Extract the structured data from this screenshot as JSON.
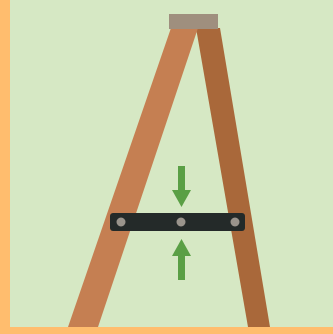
{
  "scene": {
    "subject": "a-frame-ladder",
    "colors": {
      "background": "#d6e8c4",
      "frame_orange": "#ffbd6e",
      "ladder_left": "#c57f52",
      "ladder_right": "#a9683a",
      "ladder_top_cap": "#9f8f7e",
      "spreader_bar": "#242a29",
      "bolt": "#9a948c",
      "arrows": "#5a9f45"
    },
    "icons": {
      "arrow_top": "arrow-down",
      "arrow_bottom": "arrow-up"
    }
  }
}
